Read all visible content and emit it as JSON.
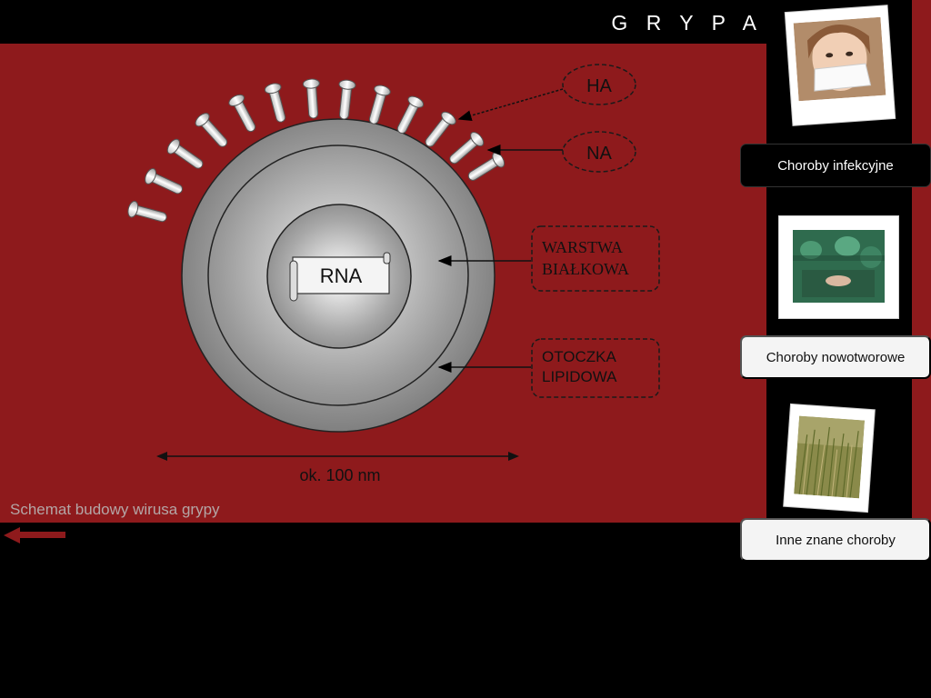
{
  "header": {
    "title": "G R Y P A"
  },
  "diagram": {
    "rna_label": "RNA",
    "ha_label": "HA",
    "na_label": "NA",
    "protein_layer_line1": "WARSTWA",
    "protein_layer_line2": "BIAŁKOWA",
    "lipid_layer_line1": "OTOCZKA",
    "lipid_layer_line2": "LIPIDOWA",
    "scale_label": "ok. 100 nm",
    "caption": "Schemat budowy wirusa grypy"
  },
  "nav": {
    "items": [
      {
        "label": "Choroby infekcyjne"
      },
      {
        "label": "Choroby nowotworowe"
      },
      {
        "label": "Inne znane choroby"
      }
    ]
  },
  "colors": {
    "panel": "#8e1a1c",
    "background": "#000000"
  }
}
